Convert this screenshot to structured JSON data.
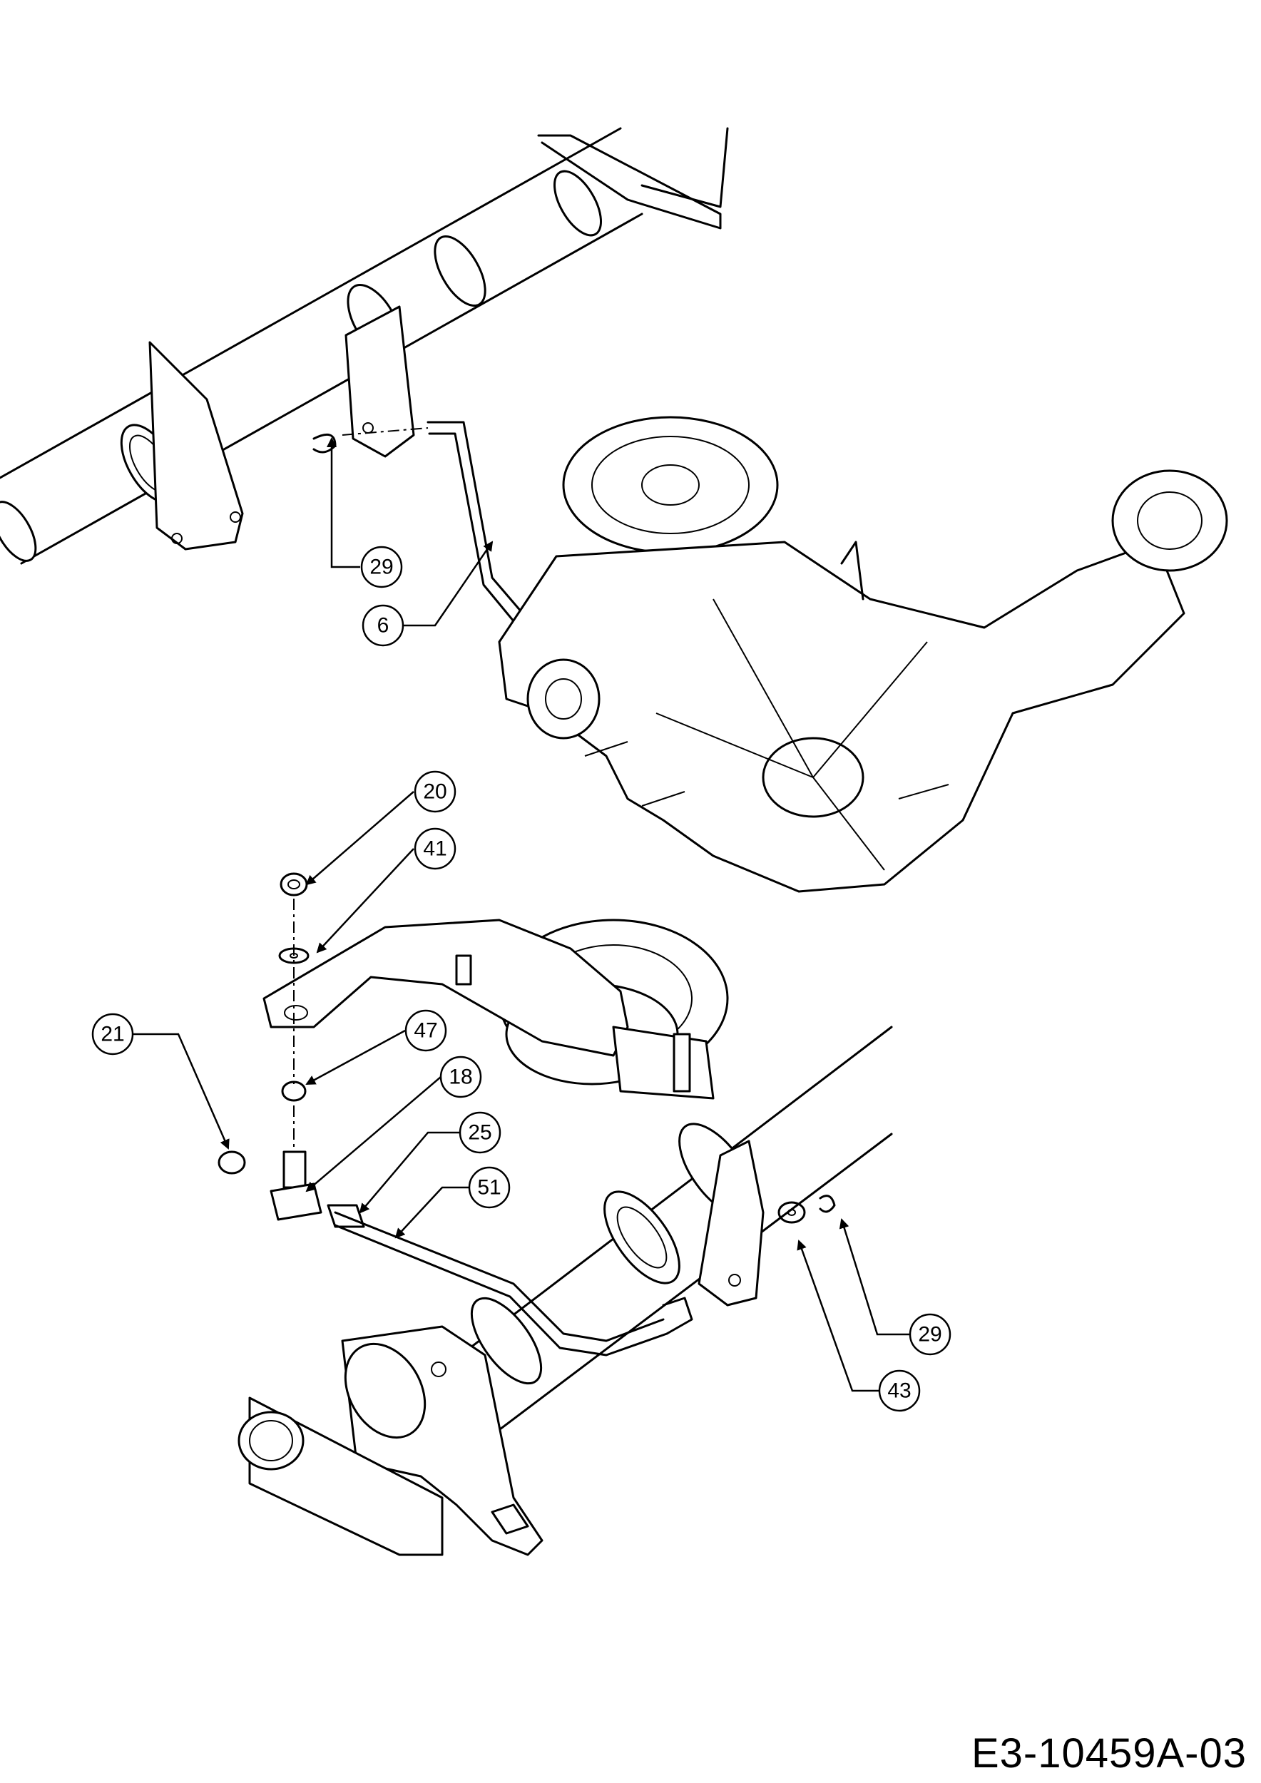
{
  "diagram_id": "E3-10459A-03",
  "callouts": [
    "29",
    "6",
    "20",
    "41",
    "21",
    "47",
    "18",
    "25",
    "51",
    "29",
    "43"
  ]
}
